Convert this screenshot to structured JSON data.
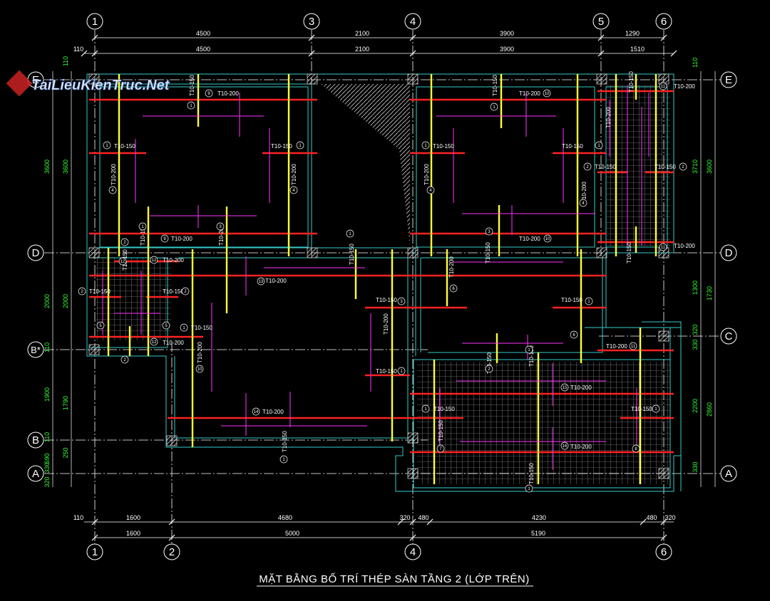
{
  "watermark": "TaiLieuKienTruc.Net",
  "title": "MẶT BẰNG BỐ TRÍ THÉP SÀN TẦNG 2 (LỚP TRÊN)",
  "colors": {
    "background": "#000000",
    "wall": "#33cccc",
    "rebar_top": "#ff2222",
    "rebar_yellow": "#ffff33",
    "dim_pink": "#ff33ff",
    "grid_line": "#ffffff",
    "dim_green": "#33ff33"
  },
  "grid_top": [
    "1",
    "3",
    "4",
    "5",
    "6"
  ],
  "grid_bottom": [
    "1",
    "2",
    "4",
    "6"
  ],
  "grid_left": [
    "E",
    "D",
    "B*",
    "B",
    "A"
  ],
  "grid_right": [
    "E",
    "D",
    "C",
    "A"
  ],
  "dims_top_row1": [
    "4500",
    "2100",
    "3900",
    "1290"
  ],
  "dims_top_row2": [
    "110",
    "4500",
    "2100",
    "3900",
    "1510"
  ],
  "dims_bottom_row1": [
    "110",
    "1600",
    "4680",
    "320",
    "480",
    "4230",
    "480",
    "320"
  ],
  "dims_bottom_row2": [
    "1600",
    "5000",
    "5190"
  ],
  "dims_left_outer": [
    "3600",
    "2000",
    "110",
    "1900",
    "110",
    "690",
    "330",
    "320"
  ],
  "dims_left_inner": [
    "110",
    "3600",
    "2000",
    "1790",
    "250"
  ],
  "dims_right_inner": [
    "110",
    "3710",
    "1300",
    "320",
    "330",
    "2200",
    "330"
  ],
  "dims_right_outer": [
    "3600",
    "1730",
    "2860"
  ],
  "rebar_labels": [
    "T10-200",
    "T10-150",
    "T10-200",
    "T10-150",
    "T10-150",
    "T10-200",
    "T10-150",
    "T10-200",
    "T10-150",
    "T10-200",
    "T10-200",
    "T10-150",
    "T10-200",
    "T10-150",
    "T10-200",
    "T10-200",
    "T10-150",
    "T10-200",
    "T10-150",
    "T10-150",
    "T10-150",
    "T10-200",
    "T10-200",
    "T10-150",
    "T10-150",
    "T10-200",
    "T10-150",
    "T10-150",
    "T10-200",
    "T10-150",
    "T10-200",
    "T10-150",
    "T10-200",
    "T10-150",
    "T10-200",
    "T10-200",
    "T10-150",
    "T10-150",
    "T10-150",
    "T10-150",
    "T10-150",
    "T10-200",
    "T10-200",
    "T10-150",
    "T10-150",
    "T10-200",
    "T10-150",
    "T10-200",
    "T10-150"
  ],
  "rebar_marks": [
    "9",
    "1",
    "1",
    "1",
    "4",
    "4",
    "1",
    "9",
    "3",
    "2",
    "1",
    "10",
    "1",
    "1",
    "4",
    "4",
    "3",
    "10",
    "11",
    "2",
    "2",
    "11",
    "1",
    "12",
    "2",
    "2",
    "12",
    "2",
    "13",
    "1",
    "5",
    "5",
    "12",
    "10",
    "3",
    "1",
    "6",
    "1",
    "6",
    "2",
    "1",
    "11",
    "15",
    "1",
    "1",
    "16",
    "7",
    "8",
    "14",
    "1",
    "1"
  ]
}
